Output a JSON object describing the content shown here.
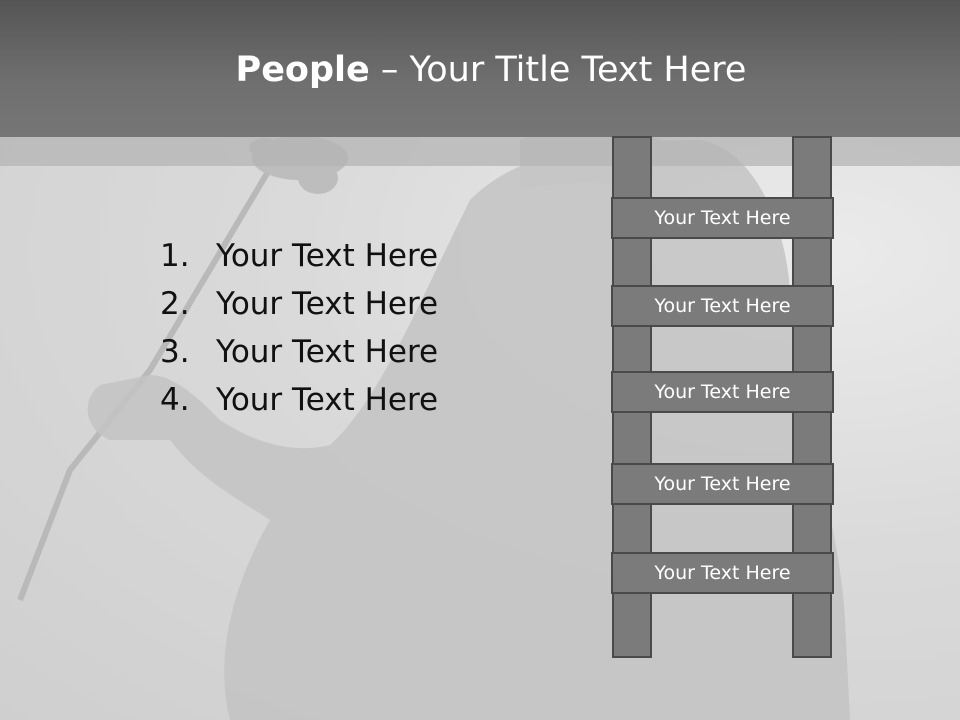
{
  "header": {
    "title_bold": "People",
    "title_rest": " – Your Title Text Here"
  },
  "list": {
    "items": [
      {
        "num": "1.",
        "text": "Your Text Here"
      },
      {
        "num": "2.",
        "text": "Your Text Here"
      },
      {
        "num": "3.",
        "text": "Your Text Here"
      },
      {
        "num": "4.",
        "text": "Your Text Here"
      }
    ]
  },
  "ladder": {
    "rungs": [
      "Your Text Here",
      "Your Text Here",
      "Your Text Here",
      "Your Text Here",
      "Your Text Here"
    ]
  }
}
